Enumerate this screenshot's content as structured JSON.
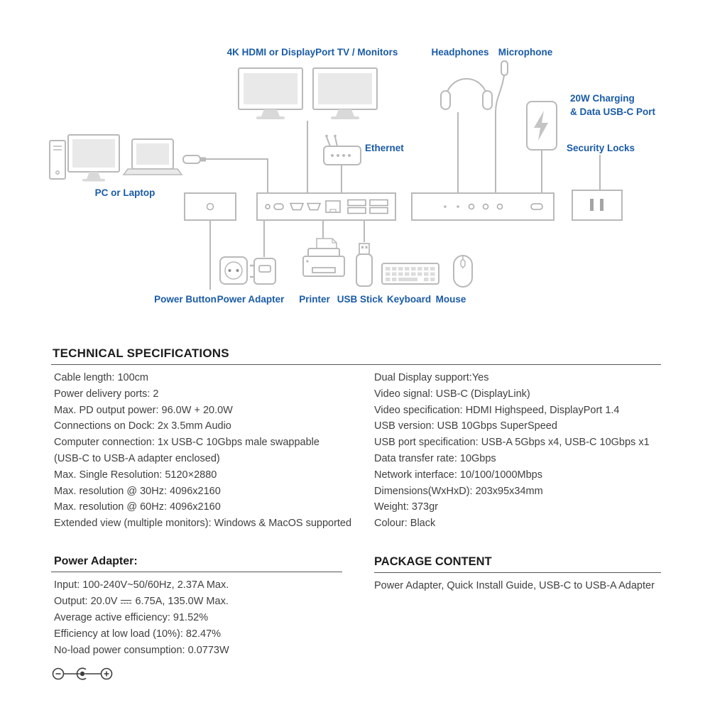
{
  "colors": {
    "accent_blue": "#1a5ba6",
    "body_text": "#3f3f3f",
    "outline_gray": "#b9b9b9"
  },
  "diagram": {
    "labels": {
      "monitors": "4K HDMI or DisplayPort TV / Monitors",
      "headphones": "Headphones",
      "microphone": "Microphone",
      "charging_line1": "20W Charging",
      "charging_line2": "& Data USB-C Port",
      "ethernet": "Ethernet",
      "security_locks": "Security Locks",
      "pc_laptop": "PC or Laptop",
      "power_button": "Power Button",
      "power_adapter": "Power Adapter",
      "printer": "Printer",
      "usb_stick": "USB Stick",
      "keyboard": "Keyboard",
      "mouse": "Mouse"
    }
  },
  "tech_specs": {
    "title": "TECHNICAL SPECIFICATIONS",
    "left": [
      "Cable length: 100cm",
      "Power delivery ports: 2",
      "Max. PD output power: 96.0W + 20.0W",
      "Connections on Dock: 2x 3.5mm Audio",
      "Computer connection: 1x USB-C 10Gbps male swappable",
      "(USB-C to USB-A adapter enclosed)",
      "Max. Single Resolution: 5120×2880",
      "Max. resolution @ 30Hz: 4096x2160",
      "Max. resolution @ 60Hz: 4096x2160",
      "Extended view (multiple monitors): Windows & MacOS supported"
    ],
    "right": [
      "Dual Display support:Yes",
      "Video signal: USB-C (DisplayLink)",
      "Video specification: HDMI Highspeed, DisplayPort 1.4",
      "USB version: USB 10Gbps SuperSpeed",
      "USB port specification: USB-A 5Gbps x4, USB-C 10Gbps x1",
      "Data transfer rate: 10Gbps",
      "Network interface: 10/100/1000Mbps",
      "Dimensions(WxHxD): 203x95x34mm",
      "Weight: 373gr",
      "Colour: Black"
    ]
  },
  "power_adapter": {
    "title": "Power Adapter:",
    "input": "Input: 100-240V~50/60Hz, 2.37A Max.",
    "output_prefix": "Output: 20.0V",
    "output_suffix": "6.75A, 135.0W Max.",
    "lines": [
      "Average active efficiency: 91.52%",
      "Efficiency at low load (10%): 82.47%",
      "No-load power consumption: 0.0773W"
    ]
  },
  "package_content": {
    "title": "PACKAGE CONTENT",
    "text": "Power Adapter, Quick Install Guide, USB-C to USB-A Adapter"
  }
}
